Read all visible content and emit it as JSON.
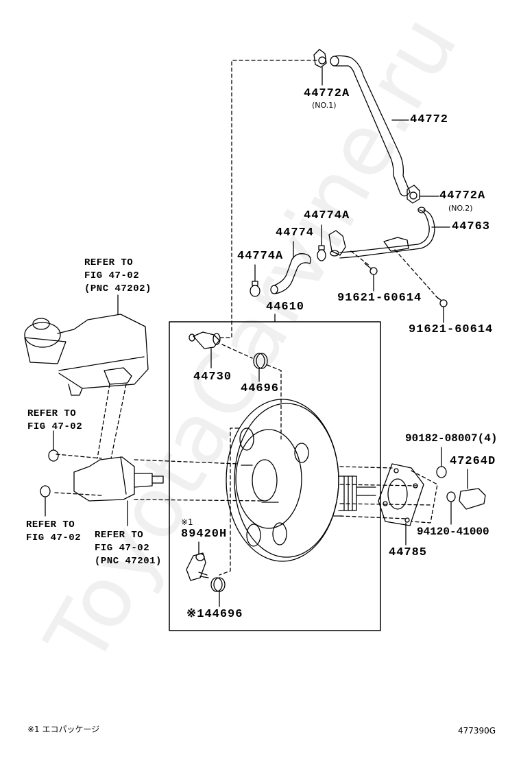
{
  "watermark": "ToyotaCarvine.ru",
  "figure_id": "477390G",
  "footnote": "※1 エコパッケージ",
  "parts": {
    "p44772A_1": {
      "number": "44772A",
      "note": "(NO.1)"
    },
    "p44772": {
      "number": "44772"
    },
    "p44772A_2": {
      "number": "44772A",
      "note": "(NO.2)"
    },
    "p44763": {
      "number": "44763"
    },
    "p44774A_top": {
      "number": "44774A"
    },
    "p44774": {
      "number": "44774"
    },
    "p44774A_left": {
      "number": "44774A"
    },
    "p91621_a": {
      "number": "91621-60614"
    },
    "p91621_b": {
      "number": "91621-60614"
    },
    "p44610": {
      "number": "44610"
    },
    "p44730": {
      "number": "44730"
    },
    "p44696": {
      "number": "44696"
    },
    "p89420H": {
      "number": "89420H",
      "mark": "※1"
    },
    "p44696_eco": {
      "number": "※144696"
    },
    "p90182": {
      "number": "90182-08007(4)"
    },
    "p47264D": {
      "number": "47264D"
    },
    "p94120": {
      "number": "94120-41000"
    },
    "p44785": {
      "number": "44785"
    }
  },
  "references": {
    "reservoir": "REFER TO\nFIG 47-02\n(PNC 47202)",
    "nut_upper": "REFER TO\nFIG 47-02",
    "nut_lower": "REFER TO\nFIG 47-02",
    "master_cylinder": "REFER TO\nFIG 47-02\n(PNC 47201)"
  }
}
